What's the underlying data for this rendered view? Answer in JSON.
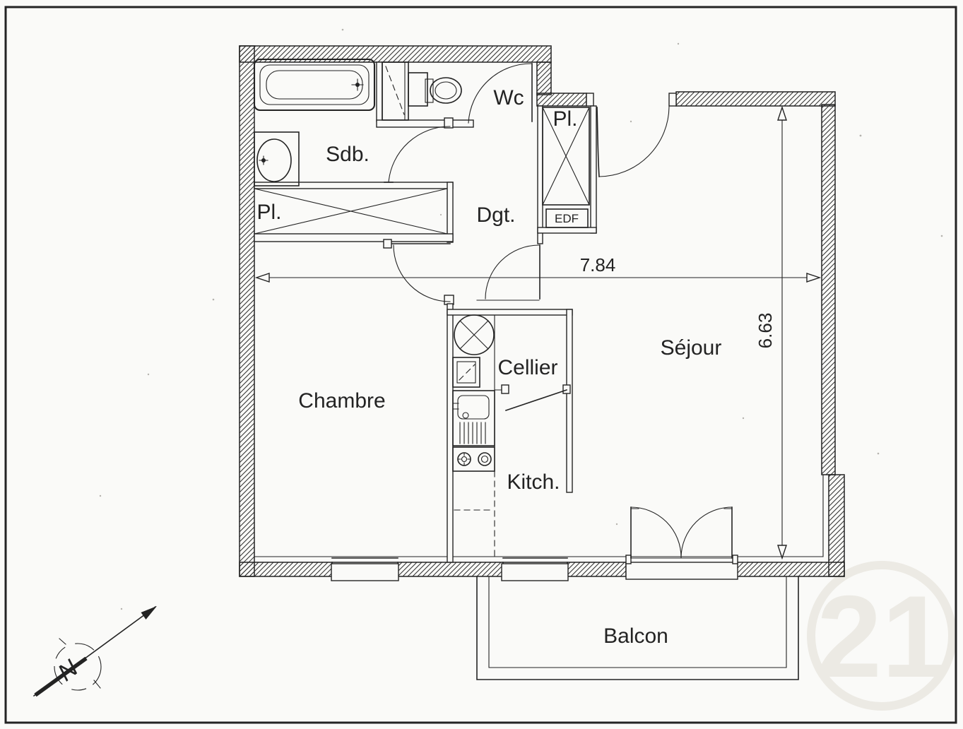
{
  "plan": {
    "rooms": {
      "sejour": "Séjour",
      "chambre": "Chambre",
      "cellier": "Cellier",
      "kitchenette": "Kitch.",
      "degagement": "Dgt.",
      "salle_de_bains": "Sdb.",
      "wc": "Wc",
      "placard_sdb": "Pl.",
      "placard_entree": "Pl.",
      "edf": "EDF",
      "balcon": "Balcon"
    },
    "dimensions": {
      "width_meters": "7.84",
      "depth_meters": "6.63"
    },
    "compass": {
      "north_label": "N"
    },
    "watermark": {
      "text": "21"
    },
    "colors": {
      "ink": "#232323",
      "paper": "#fafaf8",
      "watermark": "#eceae4"
    }
  }
}
